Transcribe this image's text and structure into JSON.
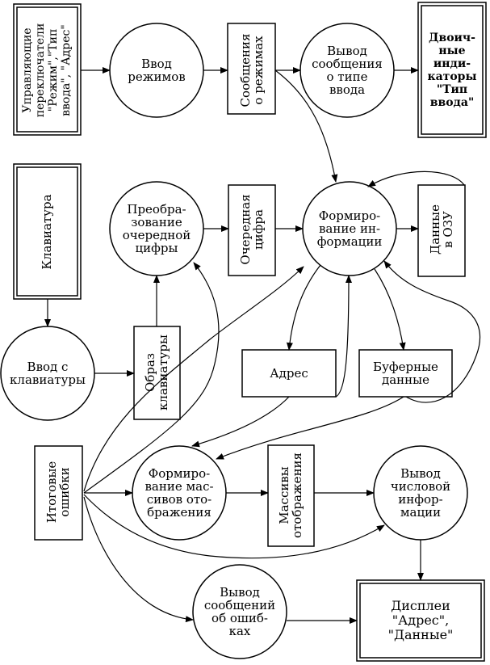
{
  "nodes": {
    "switches": {
      "text": "Управляющие\nпереключатели\n\"Режим\",\"Тип\nввода\", \"Адрес\""
    },
    "input_modes": {
      "text": "Ввод\nрежимов"
    },
    "mode_msgs": {
      "text": "Сообщения\nо режимах"
    },
    "type_msg_out": {
      "text": "Вывод\nсообщения\nо типе\nввода"
    },
    "binary_ind": {
      "text": "Двоич-\nные\nинди-\nкаторы\n\"Тип\nввода\""
    },
    "keyboard": {
      "text": "Клавиатура"
    },
    "convert": {
      "text": "Преобра-\nзование\nочередной\nцифры"
    },
    "next_digit": {
      "text": "Очередная\nцифра"
    },
    "form_info": {
      "text": "Формиро-\nвание ин-\nформации"
    },
    "ram_data": {
      "text": "Данные\nв ОЗУ"
    },
    "kbd_input": {
      "text": "Ввод с\nклавиатуры"
    },
    "kbd_image": {
      "text": "Образ\nклавиатуры"
    },
    "address": {
      "text": "Адрес"
    },
    "buffer": {
      "text": "Буферные\nданные"
    },
    "errors": {
      "text": "Итоговые\nошибки"
    },
    "form_arrays": {
      "text": "Формиро-\nвание мас-\nсивов ото-\nбражения"
    },
    "disp_arrays": {
      "text": "Массивы\nотображения"
    },
    "num_out": {
      "text": "Вывод\nчисловой\nинфор-\nмации"
    },
    "err_out": {
      "text": "Вывод\nсообщений\nоб ошиб-\nках"
    },
    "displays": {
      "text": "Дисплеи\n\"Адрес\",\n\"Данные\""
    }
  }
}
